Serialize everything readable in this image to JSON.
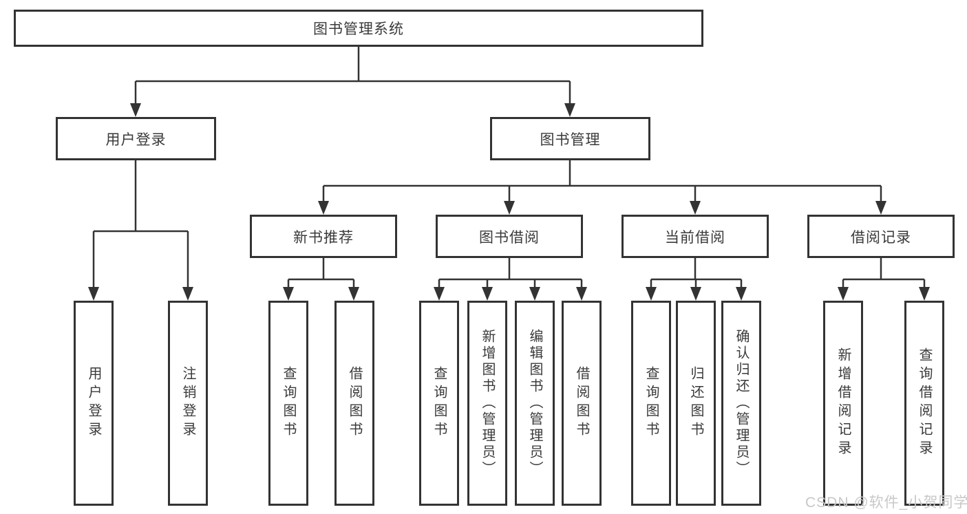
{
  "colors": {
    "line": "#333333",
    "box_border": "#333333",
    "text": "#3a3a3a",
    "background": "#ffffff",
    "watermark": "#c8c8c8"
  },
  "watermark": {
    "text": "CSDN @软件_小贺同学"
  },
  "tree": {
    "root": {
      "label": "图书管理系统"
    },
    "level2": [
      {
        "label": "用户登录",
        "leaves": [
          {
            "label": "用户登录"
          },
          {
            "label": "注销登录"
          }
        ]
      },
      {
        "label": "图书管理",
        "children": [
          {
            "label": "新书推荐",
            "leaves": [
              {
                "label": "查询图书"
              },
              {
                "label": "借阅图书"
              }
            ]
          },
          {
            "label": "图书借阅",
            "leaves": [
              {
                "label": "查询图书"
              },
              {
                "label": "新增图书（管理员）"
              },
              {
                "label": "编辑图书（管理员）"
              },
              {
                "label": "借阅图书"
              }
            ]
          },
          {
            "label": "当前借阅",
            "leaves": [
              {
                "label": "查询图书"
              },
              {
                "label": "归还图书"
              },
              {
                "label": "确认归还（管理员）"
              }
            ]
          },
          {
            "label": "借阅记录",
            "leaves": [
              {
                "label": "新增借阅记录"
              },
              {
                "label": "查询借阅记录"
              }
            ]
          }
        ]
      }
    ]
  }
}
